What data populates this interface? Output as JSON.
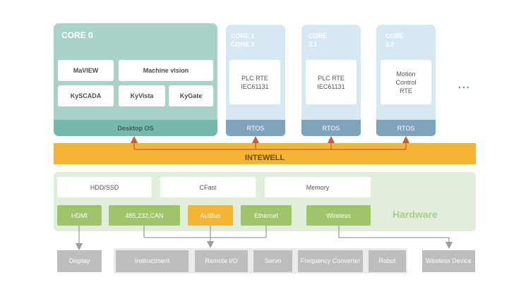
{
  "core0": {
    "title": "CORE 0",
    "apps": [
      "MaVIEW",
      "Machine vision",
      "KySCADA",
      "KyVista",
      "KyGate"
    ],
    "os": "Desktop OS"
  },
  "cores": [
    {
      "title_line1": "CORE 1",
      "title_line2": "CORE 2",
      "box_lines": [
        "PLC RTE",
        "IEC61131"
      ],
      "os": "RTOS"
    },
    {
      "title_line1": "CORE",
      "title_line2": "3.1",
      "box_lines": [
        "PLC RTE",
        "IEC61131"
      ],
      "os": "RTOS"
    },
    {
      "title_line1": "CORE",
      "title_line2": "3.2",
      "box_lines": [
        "Motion",
        "Control",
        "RTE"
      ],
      "os": "RTOS"
    }
  ],
  "more_cores": "...",
  "bus": {
    "label": "INTEWELL"
  },
  "hardware": {
    "label": "Hardware",
    "storage": [
      "HDD/SSD",
      "CFast",
      "Memory"
    ],
    "interfaces": [
      "HDMI",
      "485,232,CAN",
      "AutBus",
      "Ethernet",
      "Wireless"
    ]
  },
  "devices": {
    "display": "Display",
    "group": [
      "Instructment",
      "Remote I/O",
      "Servo",
      "Frequency Converter",
      "Robot"
    ],
    "wireless": "Wireless Device"
  },
  "colors": {
    "core0": "#a9d3c9",
    "core0_os": "#76b8a9",
    "core": "#d6e9f3",
    "rtos": "#7fa3bd",
    "bus": "#f5b534",
    "hardware_bg": "#e2eedc",
    "interface": "#9fc46a",
    "device": "#bdbdbd",
    "arrow_up": "#c0623a",
    "arrow_down": "#9e9e9e"
  }
}
